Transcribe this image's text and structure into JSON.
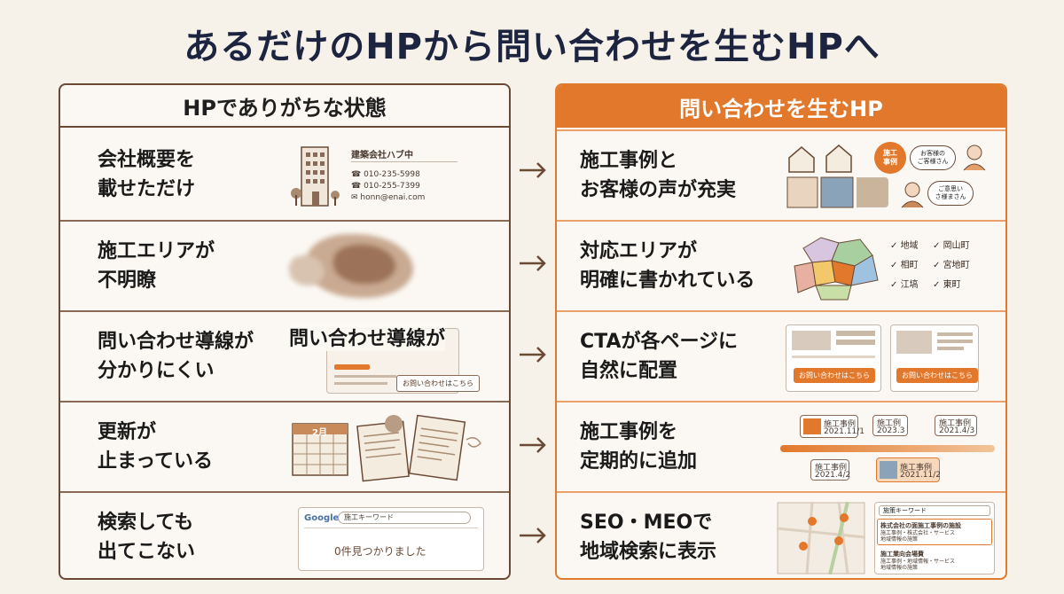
{
  "title": "あるだけのHPから問い合わせを生むHPへ",
  "left": {
    "heading": "HPでありがちな状態",
    "rows": [
      {
        "text": "会社概要を\n載せただけ",
        "company": "建築会社ハブ中",
        "tel1": "010-235-5998",
        "tel2": "010-255-7399",
        "email": "honn@enai.com"
      },
      {
        "text": "施工エリアが\n不明瞭"
      },
      {
        "text": "問い合わせ導線が\n分かりにくい",
        "overlay": "問い合わせ導線が",
        "button": "お問い合わせはこちら"
      },
      {
        "text": "更新が\n止まっている",
        "calendar": "2月"
      },
      {
        "text": "検索しても\n出てこない",
        "google": "Google",
        "query": "施工キーワード",
        "result": "0件見つかりました"
      }
    ]
  },
  "right": {
    "heading": "問い合わせを生むHP",
    "rows": [
      {
        "text": "施工事例と\nお客様の声が充実",
        "badge": "施工\n事例",
        "bubble1": "お客様の\nご客様さん",
        "bubble2": "ご意思い\nさ様まさん"
      },
      {
        "text": "対応エリアが\n明確に書かれている",
        "areas": [
          "地域",
          "岡山町",
          "相町",
          "宮地町",
          "江塙",
          "東町"
        ]
      },
      {
        "text": "CTAが各ページに\n自然に配置",
        "button": "お問い合わせはこちら"
      },
      {
        "text": "施工事例を\n定期的に追加",
        "events": [
          {
            "label": "施工事例",
            "date": "2021.11/1"
          },
          {
            "label": "施工事例",
            "date": "2021.4/2"
          },
          {
            "label": "施工例",
            "date": "2023.3"
          },
          {
            "label": "施工事例",
            "date": "2021.11/2"
          },
          {
            "label": "施工事例",
            "date": "2021.4/3"
          }
        ]
      },
      {
        "text": "SEO・MEOで\n地域検索に表示",
        "search": "施策キーワード",
        "result1": "株式会社の面施工事例の施設",
        "result1sub": "施工事例・株式会社・サービス\n地域情報の施策",
        "result2": "施工業向会場費",
        "result2sub": "施工事例・地域情報・サービス\n地域情報の施策"
      }
    ]
  },
  "colors": {
    "accent": "#e2782b",
    "brown": "#6b4a35",
    "navy": "#1d2440"
  }
}
